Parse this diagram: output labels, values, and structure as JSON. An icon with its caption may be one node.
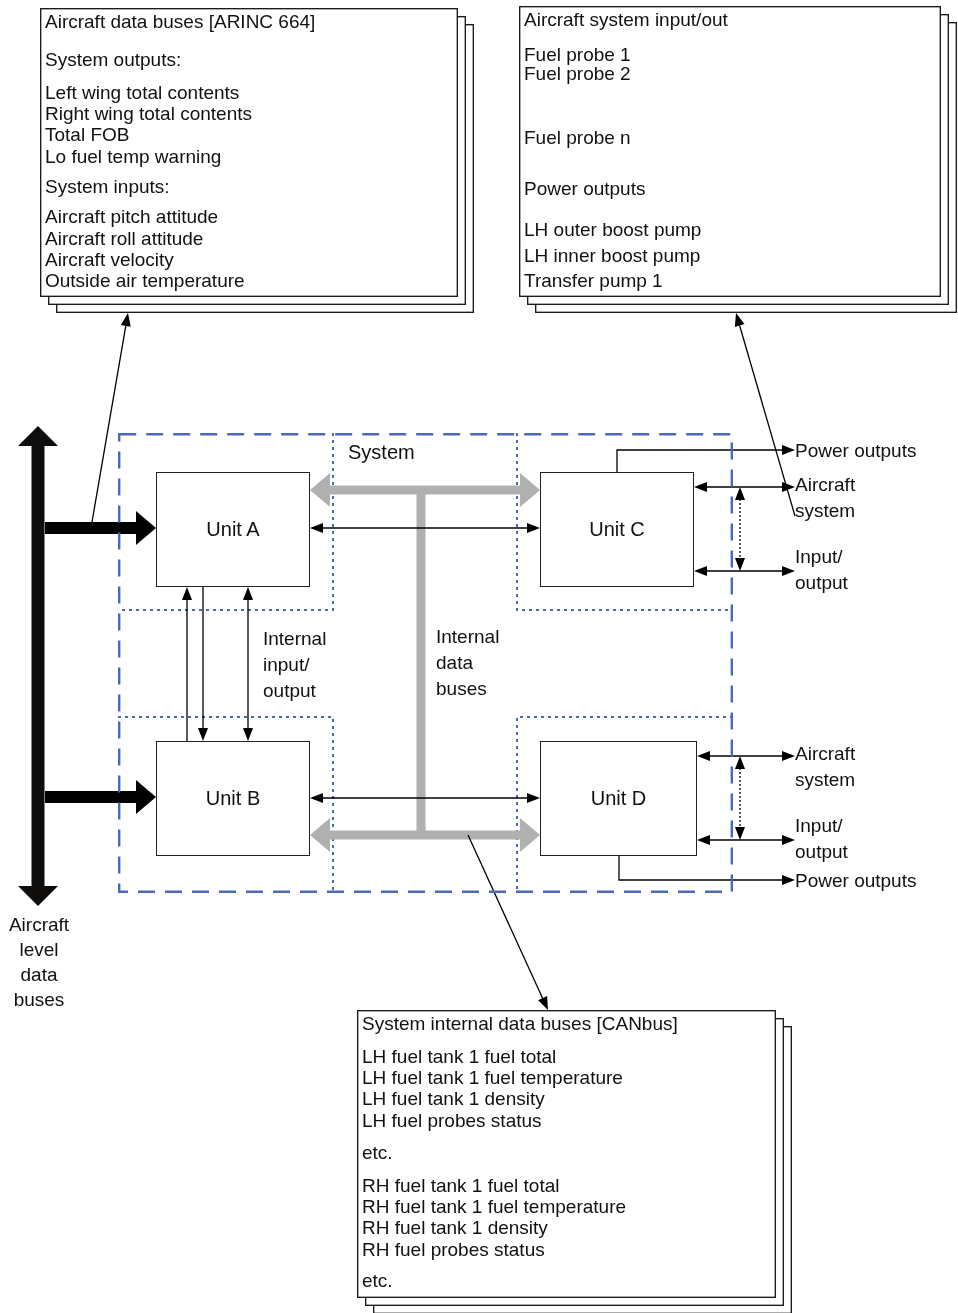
{
  "diagram": {
    "nodes": [
      {
        "text": [
          "Aircraft data buses [ARINC 664]",
          "System outputs:",
          "Left wing total contents",
          "Right wing total contents",
          "Total FOB",
          "Lo fuel temp warning",
          "System inputs:",
          "Aircraft pitch attitude",
          "Aircraft roll attitude",
          "Aircraft velocity",
          "Outside air temperature"
        ]
      },
      {
        "text": [
          "Aircraft system input/out",
          "Fuel probe 1",
          "Fuel probe 2",
          "Fuel probe n",
          "Power outputs",
          "LH outer boost pump",
          "LH inner boost pump",
          "Transfer pump 1"
        ]
      },
      {
        "text": [
          "System"
        ]
      },
      {
        "text": [
          "Unit A"
        ],
        "in": 2
      },
      {
        "text": [
          "Unit B"
        ],
        "in": 2
      },
      {
        "text": [
          "Unit C"
        ],
        "in": 2
      },
      {
        "text": [
          "Unit D"
        ],
        "in": 2
      },
      {
        "text": [],
        "shape": "bar",
        "beside": [
          "Aircraft level data buses"
        ]
      },
      {
        "text": [
          "Power outputs"
        ]
      },
      {
        "text": [
          "Aircraft system"
        ]
      },
      {
        "text": [
          "Input/ output"
        ]
      },
      {
        "text": [
          "Aircraft system"
        ]
      },
      {
        "text": [
          "Input/ output"
        ]
      },
      {
        "text": [
          "Power outputs"
        ]
      },
      {
        "text": [
          "System internal data buses [CANbus]",
          "LH fuel tank 1 fuel total",
          "LH fuel tank 1 fuel temperature",
          "LH fuel tank 1 density",
          "LH fuel probes status",
          "etc.",
          "RH fuel tank 1 fuel total",
          "RH fuel tank 1 fuel temperature",
          "RH fuel tank 1 density",
          "RH fuel probes status",
          "etc."
        ]
      }
    ],
    "edges": [
      {
        "from": 7,
        "to": 3,
        "arrow": "to",
        "style": "thick"
      },
      {
        "from": 7,
        "to": 4,
        "arrow": "to",
        "style": "thick"
      },
      {
        "from": null,
        "to": 0,
        "arrow": "to"
      },
      {
        "from": 3,
        "to": 5,
        "arrow": "both",
        "style": "thick",
        "color": "#b0b0b0"
      },
      {
        "from": 3,
        "to": 5,
        "arrow": "both"
      },
      {
        "from": 4,
        "to": 3,
        "arrow": "to"
      },
      {
        "from": 3,
        "to": 4,
        "arrow": "to"
      },
      {
        "from": 3,
        "to": 4,
        "arrow": "both"
      },
      {
        "from": 4,
        "to": 6,
        "arrow": "both"
      },
      {
        "from": 4,
        "to": 6,
        "arrow": "both",
        "style": "thick",
        "color": "#b0b0b0"
      },
      {
        "from": 5,
        "to": 8,
        "arrow": "to"
      },
      {
        "from": 5,
        "to": 9,
        "arrow": "both"
      },
      {
        "from": 5,
        "to": 10,
        "arrow": "both"
      },
      {
        "from": 9,
        "to": 1,
        "arrow": "to"
      },
      {
        "from": 6,
        "to": 11,
        "arrow": "both"
      },
      {
        "from": 6,
        "to": 12,
        "arrow": "both"
      },
      {
        "from": 6,
        "to": 13,
        "arrow": "to"
      },
      {
        "from": null,
        "to": 14,
        "arrow": "to"
      }
    ],
    "labels": [
      "Internal input/ output",
      "Internal data buses"
    ]
  }
}
